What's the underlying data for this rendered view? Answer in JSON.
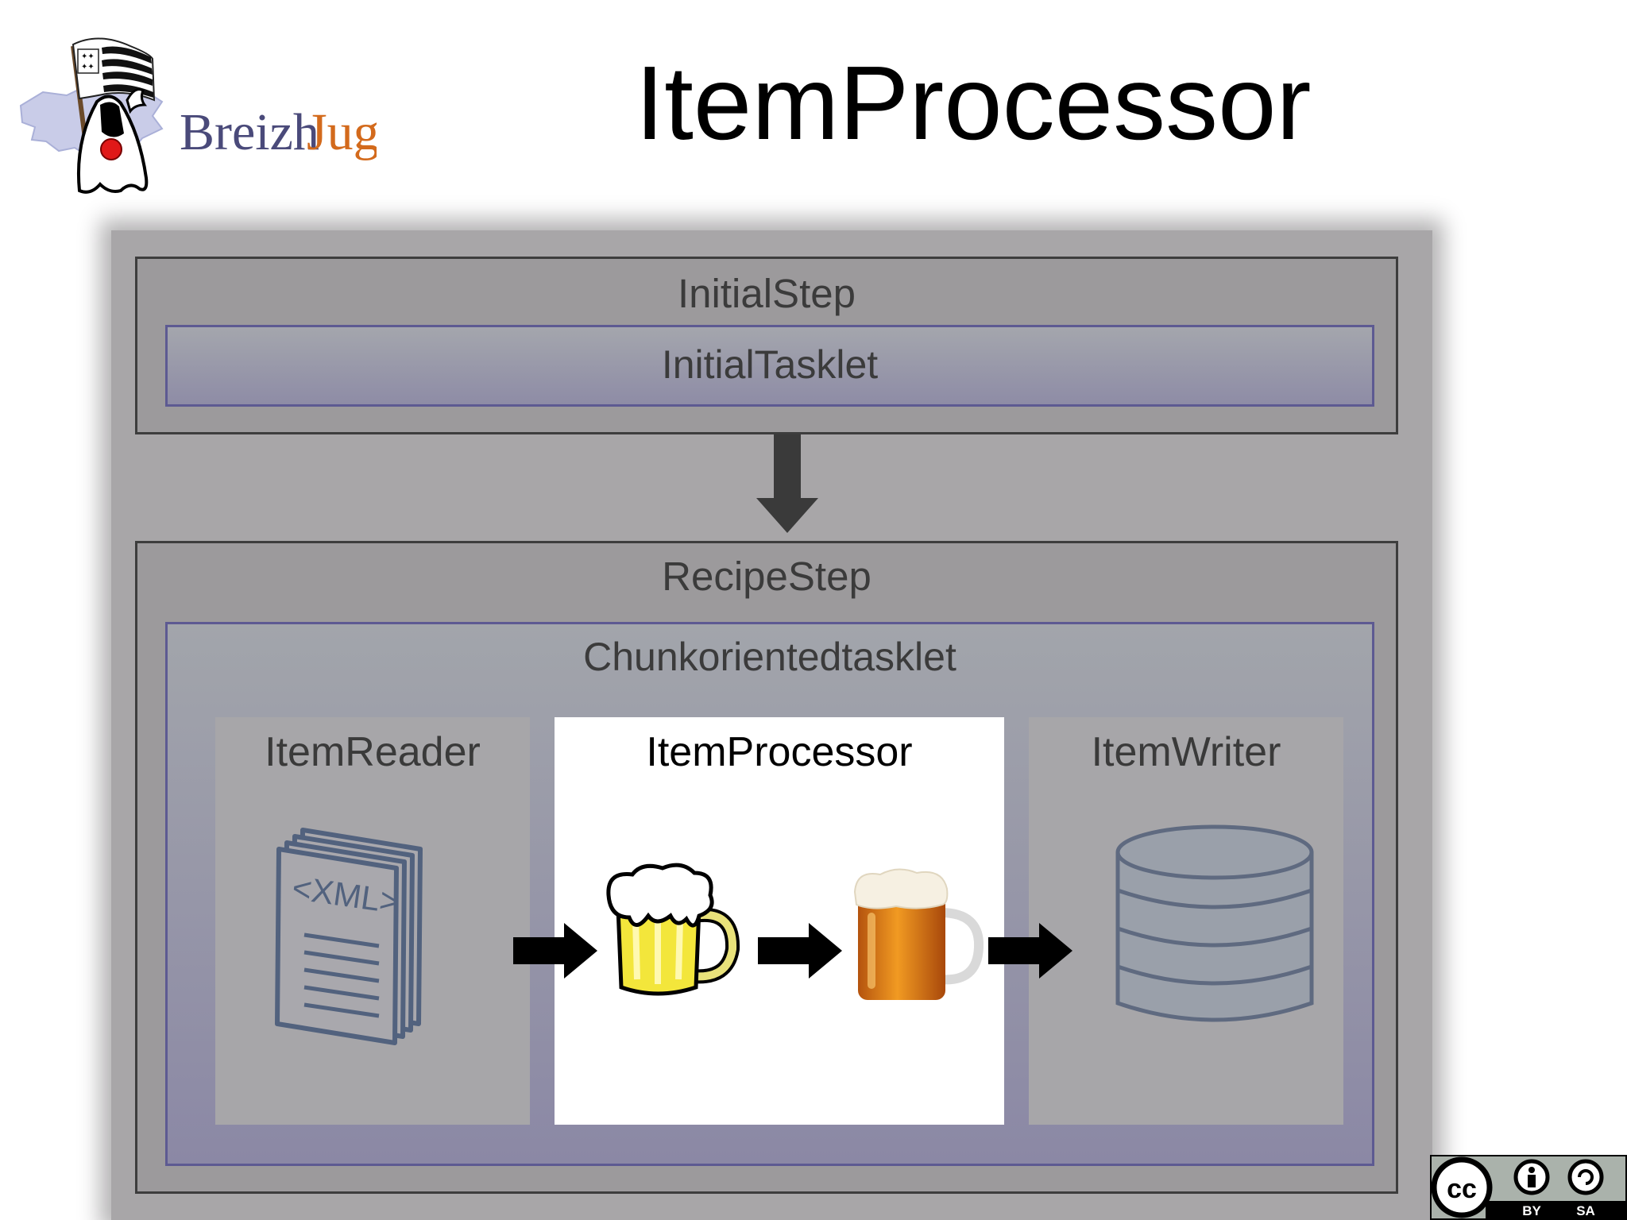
{
  "slide": {
    "title": "ItemProcessor"
  },
  "logo": {
    "wordmark_part1": "Breizh",
    "wordmark_part2": "Jug"
  },
  "diagram": {
    "initial_step": {
      "label": "InitialStep",
      "tasklet": "InitialTasklet"
    },
    "recipe_step": {
      "label": "RecipeStep",
      "tasklet": "Chunkorientedtasklet",
      "reader": {
        "label": "ItemReader",
        "icon_text": "<XML>"
      },
      "processor": {
        "label": "ItemProcessor"
      },
      "writer": {
        "label": "ItemWriter"
      }
    }
  },
  "license": {
    "cc": "cc",
    "by": "BY",
    "sa": "SA"
  },
  "colors": {
    "background": "#ffffff",
    "outer_panel": "#a8a6a8",
    "step_fill": "#9c9a9c",
    "tasklet_border": "#5d5a92",
    "arrow": "#3a3a3a",
    "highlight": "#ffffff",
    "wordmark_breizh": "#4a4a7a",
    "wordmark_jug": "#d36a1c"
  },
  "icons": [
    "duke-flag-logo",
    "xml-documents-icon",
    "foam-mug-icon",
    "beer-mug-icon",
    "database-icon",
    "right-arrow-icon",
    "down-arrow-icon",
    "cc-by-sa-badge"
  ]
}
